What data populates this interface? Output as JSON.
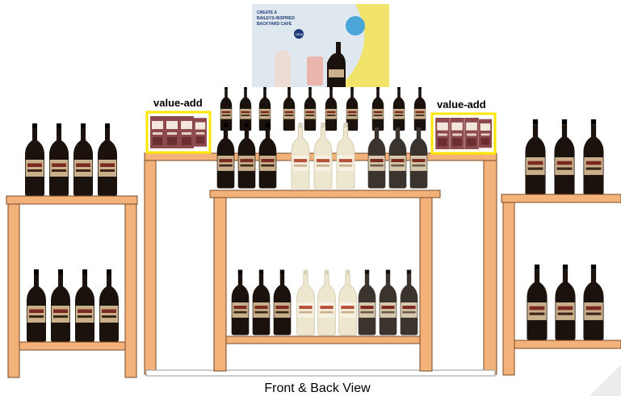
{
  "view_label": "Front & Back View",
  "value_add_left": "value-add",
  "value_add_right": "value-add",
  "poster": {
    "headline_line1": "CREATE A",
    "headline_line2": "BAILEYS-INSPIRED",
    "headline_line3": "BACKYARD CAFE",
    "badge": "NEW"
  },
  "colors": {
    "wood": "#F2B27A",
    "wood_edge": "#7A4A26",
    "bottle_dark": "#1c120d",
    "bottle_light": "#e9e2c8",
    "bottle_grey": "#3a332e",
    "label": "#c9b08a",
    "pack": "#8d4a4e",
    "pack_border": "#ffe600",
    "poster_bg": "#dfe8ee",
    "poster_accent": "#f2e46a"
  },
  "icons": {
    "bottle": "bottle-icon",
    "pack": "pack-icon"
  }
}
